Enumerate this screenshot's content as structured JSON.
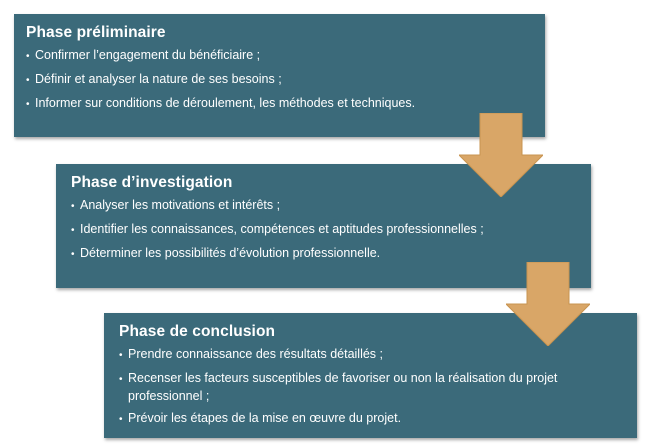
{
  "phases": [
    {
      "title": "Phase préliminaire",
      "items": [
        "Confirmer l’engagement du bénéficiaire ;",
        "Définir et analyser la nature de ses besoins ;",
        "Informer sur conditions de déroulement, les méthodes et techniques."
      ]
    },
    {
      "title": "Phase d’investigation",
      "items": [
        "Analyser les motivations et intérêts ;",
        "Identifier les connaissances,  compétences et aptitudes professionnelles ;",
        "Déterminer les possibilités d’évolution professionnelle."
      ]
    },
    {
      "title": "Phase de conclusion",
      "items": [
        "Prendre connaissance des résultats détaillés ;",
        "Recenser les facteurs susceptibles de favoriser ou non la réalisation du projet professionnel ;",
        "Prévoir les étapes de la mise en œuvre du projet."
      ]
    }
  ],
  "colors": {
    "box_fill": "#3b6a7a",
    "text": "#ffffff",
    "arrow_fill": "#d9a667",
    "arrow_stroke": "#c89450"
  },
  "connectors": [
    "arrow-down-icon",
    "arrow-down-icon"
  ]
}
